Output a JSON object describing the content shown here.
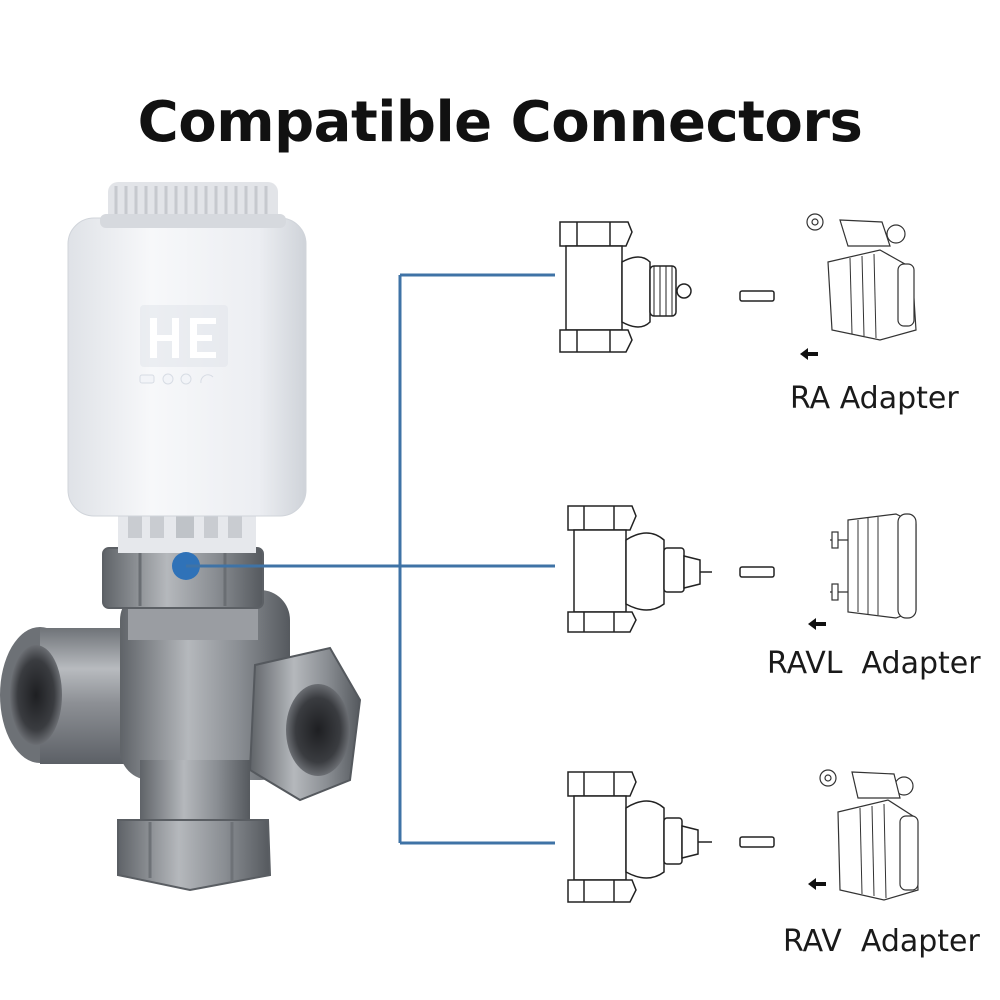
{
  "title": "Compatible Connectors",
  "colors": {
    "connector_line": "#3f73a6",
    "connector_dot": "#2f72b8",
    "device_body": "#f4f5f7",
    "display_leds": "#e8ecf2",
    "valve_metal": "#8a8d92",
    "drawing_stroke": "#222222"
  },
  "thermostat": {
    "display_digits": "H,E"
  },
  "adapters": [
    {
      "label": "RA Adapter"
    },
    {
      "label": "RAVL  Adapter"
    },
    {
      "label": "RAV  Adapter"
    }
  ]
}
